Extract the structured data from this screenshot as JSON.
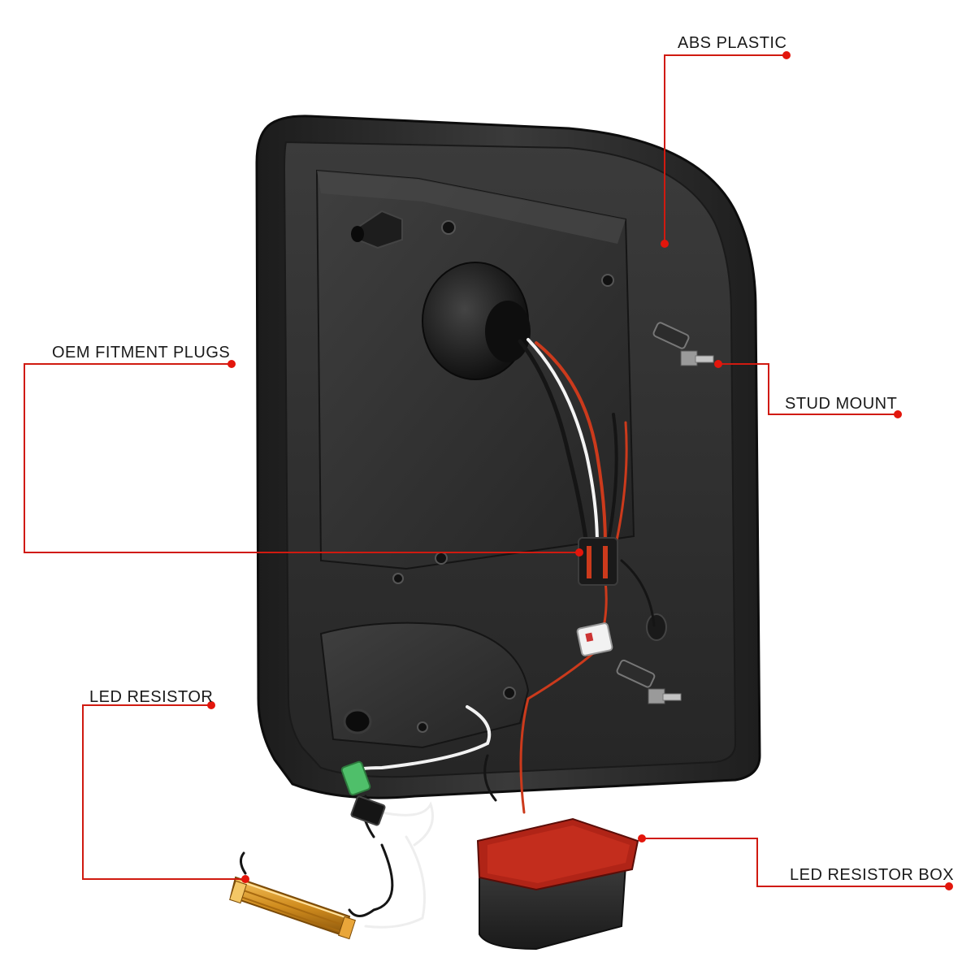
{
  "product_image": {
    "subject": "tail-light-housing-rear-view"
  },
  "callouts": {
    "abs_plastic": "ABS PLASTIC",
    "oem_fitment_plugs": "OEM FITMENT PLUGS",
    "stud_mount": "STUD MOUNT",
    "led_resistor": "LED RESISTOR",
    "led_resistor_box": "LED RESISTOR BOX"
  },
  "colors": {
    "leader_line": "#d01a10",
    "dot": "#e3160c",
    "housing": "#2b2b2b",
    "resistor": "#d99a2b",
    "resistor_box_top": "#c0261a"
  }
}
